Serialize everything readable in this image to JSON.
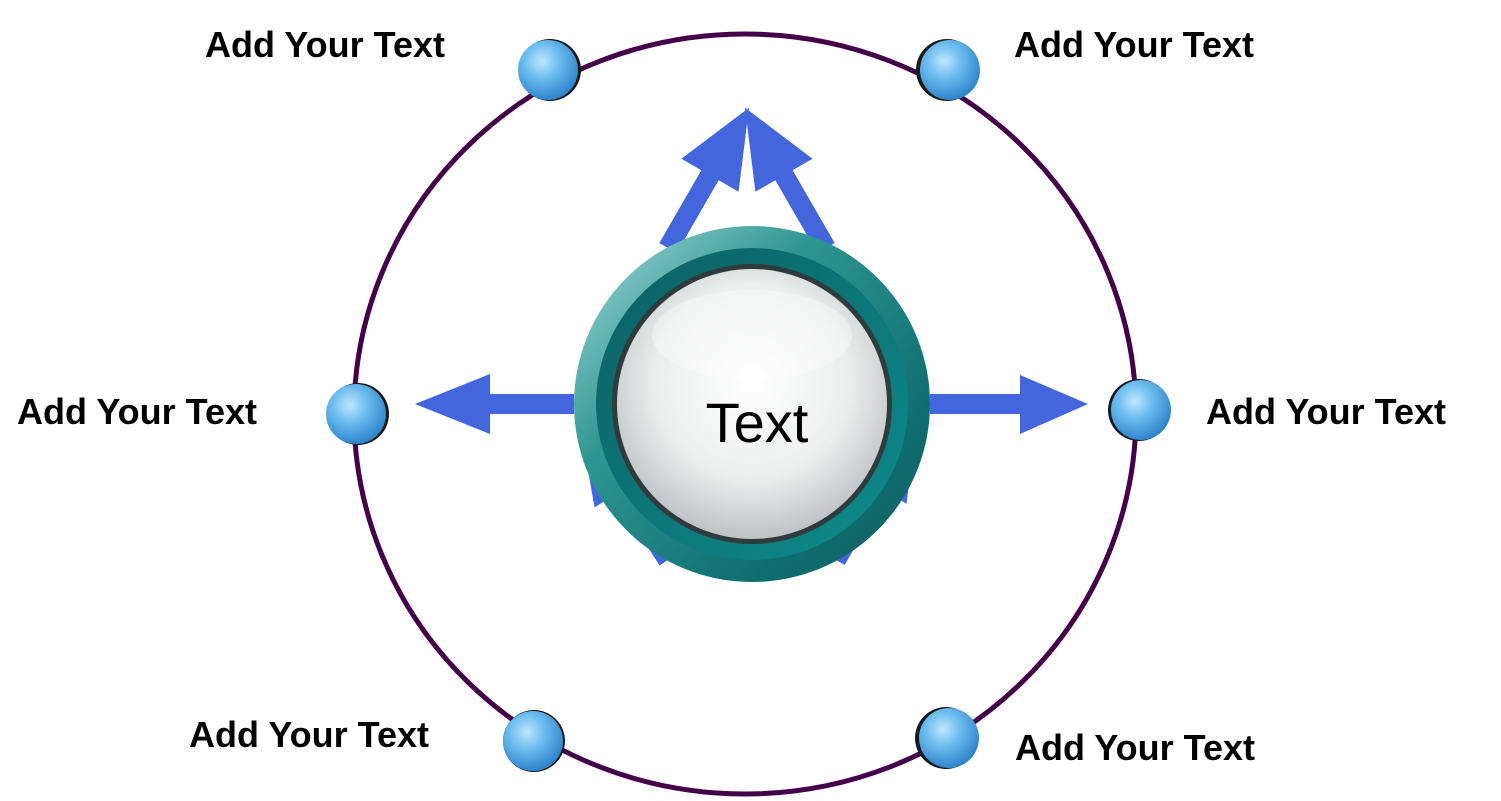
{
  "diagram": {
    "center_label": "Text",
    "nodes": [
      {
        "id": "top-left",
        "label": "Add Your Text"
      },
      {
        "id": "top-right",
        "label": "Add Your Text"
      },
      {
        "id": "left",
        "label": "Add Your Text"
      },
      {
        "id": "right",
        "label": "Add Your Text"
      },
      {
        "id": "bottom-left",
        "label": "Add Your Text"
      },
      {
        "id": "bottom-right",
        "label": "Add Your Text"
      }
    ]
  },
  "colors": {
    "ring": "#45004a",
    "arrow": "#4466dd",
    "node_fill": "#5aaeea",
    "hub_outer": "#1c7f80",
    "hub_inner": "#e8ebeb"
  }
}
